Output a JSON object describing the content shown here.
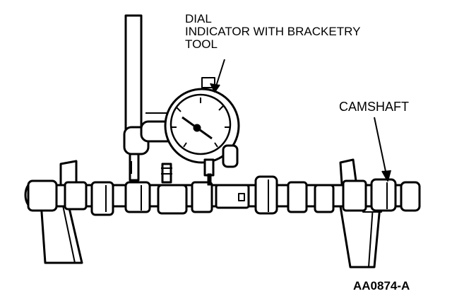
{
  "labels": {
    "dial_indicator": [
      "DIAL",
      "INDICATOR WITH BRACKETRY",
      "TOOL"
    ],
    "camshaft": "CAMSHAFT"
  },
  "figure_id": "AA0874-A",
  "colors": {
    "ink": "#000000",
    "paper": "#ffffff"
  }
}
